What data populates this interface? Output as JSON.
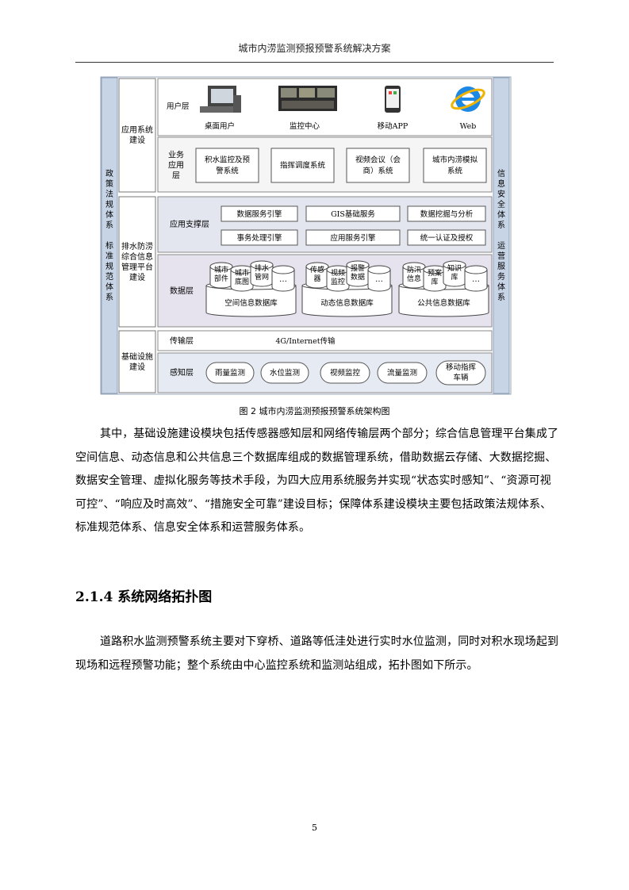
{
  "header": {
    "title": "城市内涝监测预报预警系统解决方案"
  },
  "diagram": {
    "left_column": "政策法规体系　标准规范体系",
    "right_column": "信息安全体系　运营服务体系",
    "sections": {
      "app": "应用系统建设",
      "platform": "排水防涝综合信息管理平台建设",
      "infra": "基础设施建设"
    },
    "user_layer": {
      "label": "用户层",
      "items": [
        "桌面用户",
        "监控中心",
        "移动APP",
        "Web"
      ]
    },
    "business_layer": {
      "label": "业务应用层",
      "items": [
        "积水监控及预警系统",
        "指挥调度系统",
        "视频会议（会商）系统",
        "城市内涝模拟系统"
      ]
    },
    "support_layer": {
      "label": "应用支撑层",
      "items": [
        "数据服务引擎",
        "GIS基础服务",
        "数据挖掘与分析",
        "事务处理引擎",
        "应用服务引擎",
        "统一认证及授权"
      ]
    },
    "data_layer": {
      "label": "数据层",
      "groups": [
        {
          "name": "空间信息数据库",
          "cyl": [
            "城市部件",
            "城市底图",
            "排水管网",
            "…"
          ]
        },
        {
          "name": "动态信息数据库",
          "cyl": [
            "传感器",
            "视频监控",
            "报警数据",
            "…"
          ]
        },
        {
          "name": "公共信息数据库",
          "cyl": [
            "防汛信息",
            "预案库",
            "知识库",
            "…"
          ]
        }
      ]
    },
    "transport_layer": {
      "label": "传输层",
      "value": "4G/Internet传输"
    },
    "sensor_layer": {
      "label": "感知层",
      "items": [
        "雨量监测",
        "水位监测",
        "视频监控",
        "流量监测",
        "移动指挥车辆"
      ]
    }
  },
  "caption": "图 2 城市内涝监测预报预警系统架构图",
  "paragraph1": "其中，基础设施建设模块包括传感器感知层和网络传输层两个部分；综合信息管理平台集成了空间信息、动态信息和公共信息三个数据库组成的数据管理系统，借助数据云存储、大数据挖掘、数据安全管理、虚拟化服务等技术手段，为四大应用系统服务并实现“状态实时感知”、“资源可视可控”、“响应及时高效”、“措施安全可靠”建设目标；保障体系建设模块主要包括政策法规体系、标准规范体系、信息安全体系和运营服务体系。",
  "section_title": "2.1.4 系统网络拓扑图",
  "paragraph2": "道路积水监测预警系统主要对下穿桥、道路等低洼处进行实时水位监测，同时对积水现场起到现场和远程预警功能；整个系统由中心监控系统和监测站组成，拓扑图如下所示。",
  "page_number": "5"
}
